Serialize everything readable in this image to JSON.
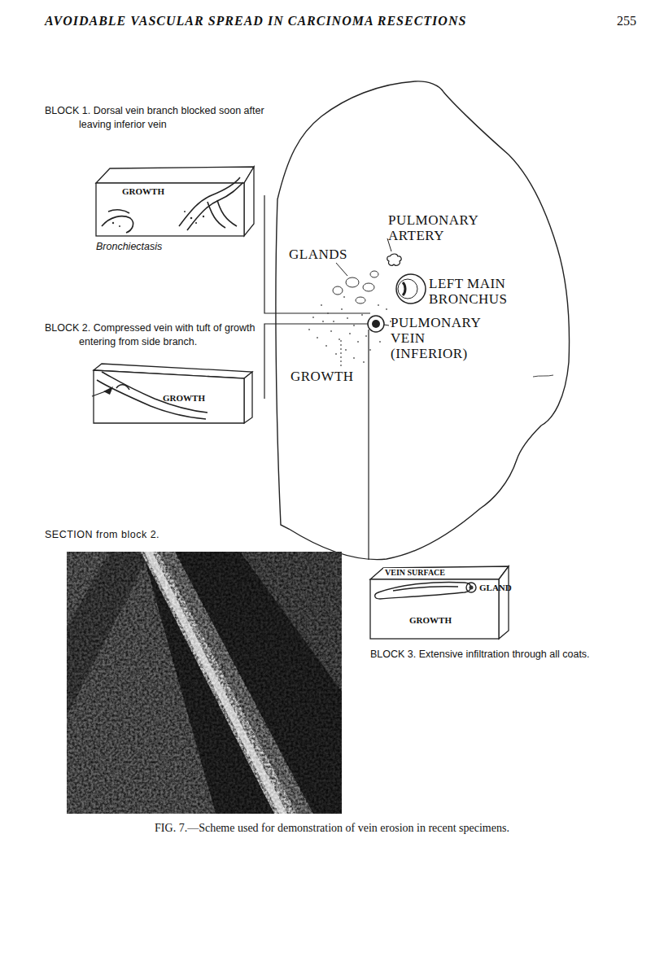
{
  "diagram": {
    "title": "AVOIDABLE VASCULAR SPREAD IN CARCINOMA RESECTIONS",
    "caption": "FIG. 7.—Scheme used for demonstration of vein erosion in recent specimens.",
    "nodes": [
      {
        "text": [
          "BLOCK 1. Dorsal vein branch blocked soon after leaving inferior vein",
          "GROWTH",
          "Bronchiectasis"
        ]
      },
      {
        "text": [
          "BLOCK 2. Compressed vein with tuft of growth entering from side branch.",
          "GROWTH"
        ]
      },
      {
        "text": [
          "PULMONARY ARTERY",
          "GLANDS",
          "LEFT MAIN BRONCHUS",
          "PULMONARY VEIN (INFERIOR)",
          "GROWTH"
        ]
      },
      {
        "text": [
          "SECTION from block 2."
        ]
      },
      {
        "text": [
          "VEIN SURFACE",
          "GLAND",
          "GROWTH",
          "BLOCK 3. Extensive infiltration through all coats."
        ]
      }
    ],
    "labels": [
      "255"
    ]
  }
}
